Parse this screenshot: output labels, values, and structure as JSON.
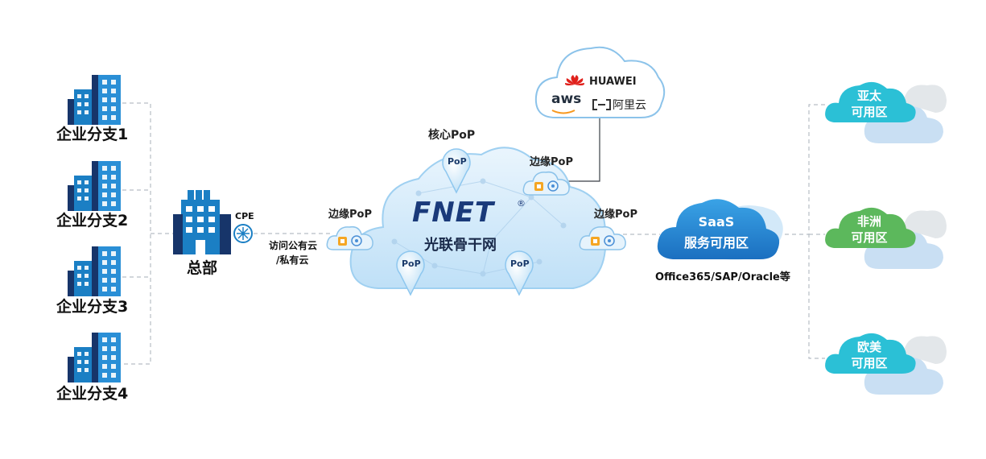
{
  "branches": [
    "企业分支1",
    "企业分支2",
    "企业分支3",
    "企业分支4"
  ],
  "hq": {
    "label": "总部",
    "cpe": "CPE"
  },
  "access_note": [
    "访问公有云",
    "/私有云"
  ],
  "backbone": {
    "logo": "FNET",
    "reg": "®",
    "name": "光联骨干网"
  },
  "pops": {
    "core": "核心PoP",
    "edge": "边缘PoP",
    "pin": "PoP"
  },
  "public_clouds": {
    "huawei": "HUAWEI",
    "aws": "aws",
    "aliyun": "阿里云"
  },
  "saas": {
    "title": "SaaS",
    "subtitle": "服务可用区",
    "apps": "Office365/SAP/Oracle等"
  },
  "regions": [
    {
      "line1": "亚太",
      "line2": "可用区",
      "color": "#2bc0d6"
    },
    {
      "line1": "非洲",
      "line2": "可用区",
      "color": "#5cb85c"
    },
    {
      "line1": "欧美",
      "line2": "可用区",
      "color": "#2bc0d6"
    }
  ],
  "colors": {
    "building": "#1b7fc4",
    "building_dark": "#17356a",
    "cloud": "#cfe8fa",
    "saas": "#2a8fd6",
    "gray": "#cfd5db"
  }
}
